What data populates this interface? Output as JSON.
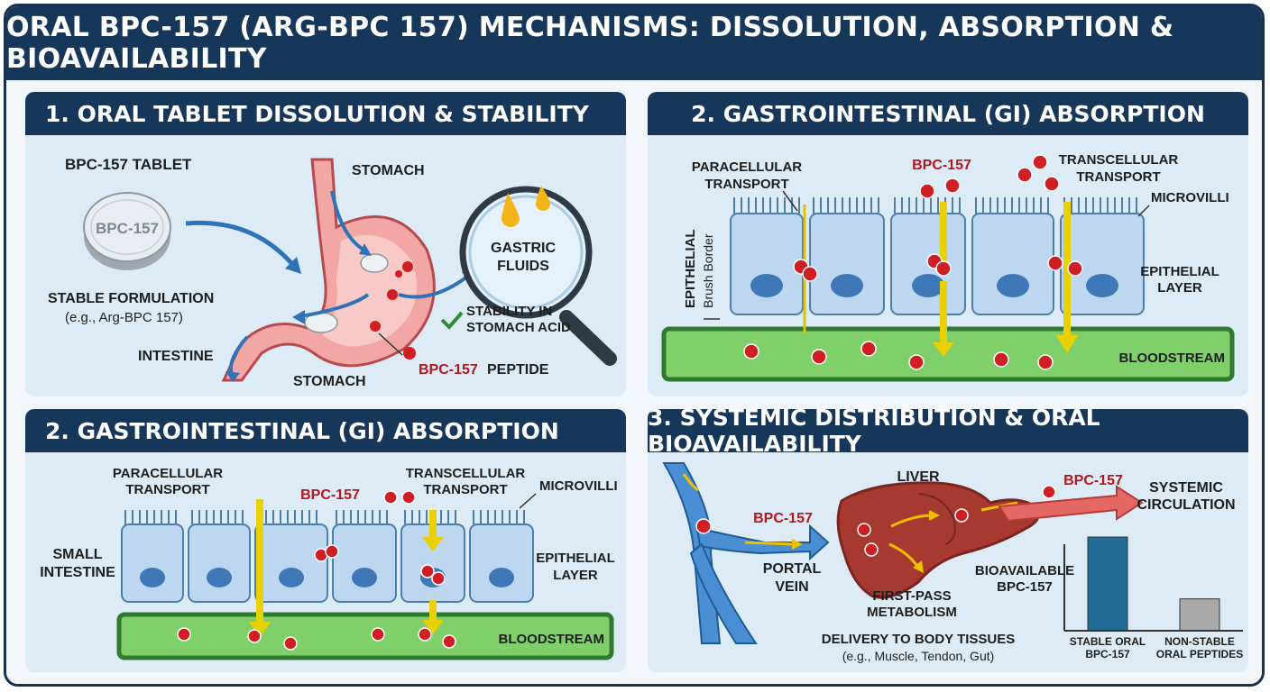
{
  "header": {
    "title": "ORAL BPC-157 (ARG-BPC 157) MECHANISMS: DISSOLUTION, ABSORPTION & BIOAVAILABILITY"
  },
  "panel1": {
    "title": "1. ORAL TABLET DISSOLUTION & STABILITY",
    "tablet_heading": "BPC-157 TABLET",
    "tablet_imprint": "BPC-157",
    "stable_formulation": "STABLE FORMULATION",
    "stable_example": "(e.g., Arg-BPC 157)",
    "intestine": "INTESTINE",
    "stomach_top": "STOMACH",
    "stomach_bottom": "STOMACH",
    "gastric_line1": "GASTRIC",
    "gastric_line2": "FLUIDS",
    "stability_line1": "STABILITY IN",
    "stability_line2": "STOMACH ACID",
    "peptide_red": "BPC-157",
    "peptide_rest": "PEPTIDE"
  },
  "panel2a": {
    "title": "2. GASTROINTESTINAL (GI) ABSORPTION",
    "paracellular1": "PARACELLULAR",
    "paracellular2": "TRANSPORT",
    "bpc": "BPC-157",
    "transcellular1": "TRANSCELLULAR",
    "transcellular2": "TRANSPORT",
    "microvilli": "MICROVILLI",
    "epithelial_vert": "EPITHELIAL",
    "brush_border": "Brush Border",
    "epithelial_layer1": "EPITHELIAL",
    "epithelial_layer2": "LAYER",
    "bloodstream": "BLOODSTREAM"
  },
  "panel2b": {
    "title": "2. GASTROINTESTINAL (GI) ABSORPTION",
    "paracellular1": "PARACELLULAR",
    "paracellular2": "TRANSPORT",
    "bpc": "BPC-157",
    "transcellular1": "TRANSCELLULAR",
    "transcellular2": "TRANSPORT",
    "microvilli": "MICROVILLI",
    "small1": "SMALL",
    "small2": "INTESTINE",
    "epithelial_layer1": "EPITHELIAL",
    "epithelial_layer2": "LAYER",
    "bloodstream": "BLOODSTREAM"
  },
  "panel3": {
    "title": "3. SYSTEMIC DISTRIBUTION & ORAL BIOAVAILABILITY",
    "liver": "LIVER",
    "bpc_left": "BPC-157",
    "bpc_right": "BPC-157",
    "systemic1": "SYSTEMIC",
    "systemic2": "CIRCULATION",
    "portal1": "PORTAL",
    "portal2": "VEIN",
    "firstpass1": "FIRST-PASS",
    "firstpass2": "METABOLISM",
    "bioavail1": "BIOAVAILABLE",
    "bioavail2": "BPC-157",
    "delivery1": "DELIVERY TO BODY TISSUES",
    "delivery2": "(e.g., Muscle, Tendon, Gut)"
  },
  "chart_data": {
    "type": "bar",
    "categories": [
      "STABLE ORAL BPC-157",
      "NON-STABLE ORAL PEPTIDES"
    ],
    "category_lines": [
      [
        "STABLE ORAL",
        "BPC-157"
      ],
      [
        "NON-STABLE",
        "ORAL PEPTIDES"
      ]
    ],
    "values": [
      100,
      34
    ],
    "ylim": [
      0,
      100
    ],
    "colors": [
      "#1f6c94",
      "#a9a9a9"
    ],
    "title": "",
    "xlabel": "",
    "ylabel": ""
  }
}
